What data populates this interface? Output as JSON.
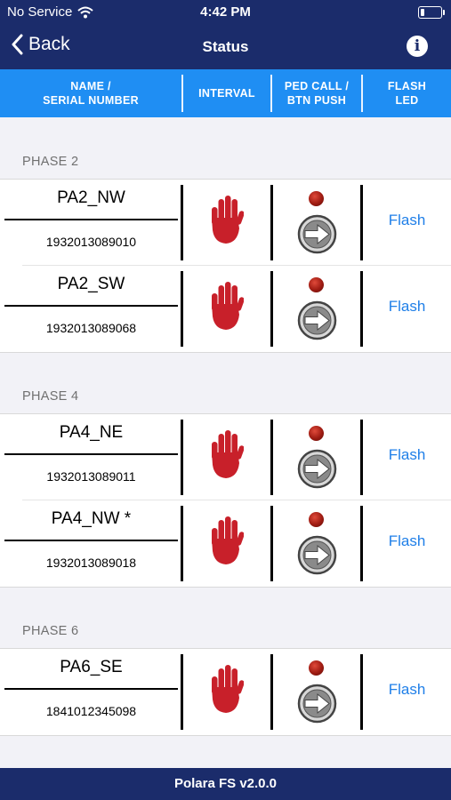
{
  "status_bar": {
    "carrier": "No Service",
    "time": "4:42 PM"
  },
  "nav": {
    "back_label": "Back",
    "title": "Status"
  },
  "columns": {
    "name": "NAME /\nSERIAL NUMBER",
    "interval": "INTERVAL",
    "ped_call": "PED CALL /\nBTN PUSH",
    "flash_led": "FLASH\nLED"
  },
  "sections": [
    {
      "label": "PHASE 2",
      "devices": [
        {
          "name": "PA2_NW",
          "serial": "1932013089010",
          "flash_label": "Flash"
        },
        {
          "name": "PA2_SW",
          "serial": "1932013089068",
          "flash_label": "Flash"
        }
      ]
    },
    {
      "label": "PHASE 4",
      "devices": [
        {
          "name": "PA4_NE",
          "serial": "1932013089011",
          "flash_label": "Flash"
        },
        {
          "name": "PA4_NW *",
          "serial": "1932013089018",
          "flash_label": "Flash"
        }
      ]
    },
    {
      "label": "PHASE 6",
      "devices": [
        {
          "name": "PA6_SE",
          "serial": "1841012345098",
          "flash_label": "Flash"
        }
      ]
    }
  ],
  "footer": {
    "version": "Polara FS v2.0.0"
  },
  "colors": {
    "nav_bg": "#1b2c6b",
    "header_bg": "#1f8ef3",
    "link": "#1f7fe8",
    "hand": "#c8202a",
    "led": "#b01e14"
  }
}
